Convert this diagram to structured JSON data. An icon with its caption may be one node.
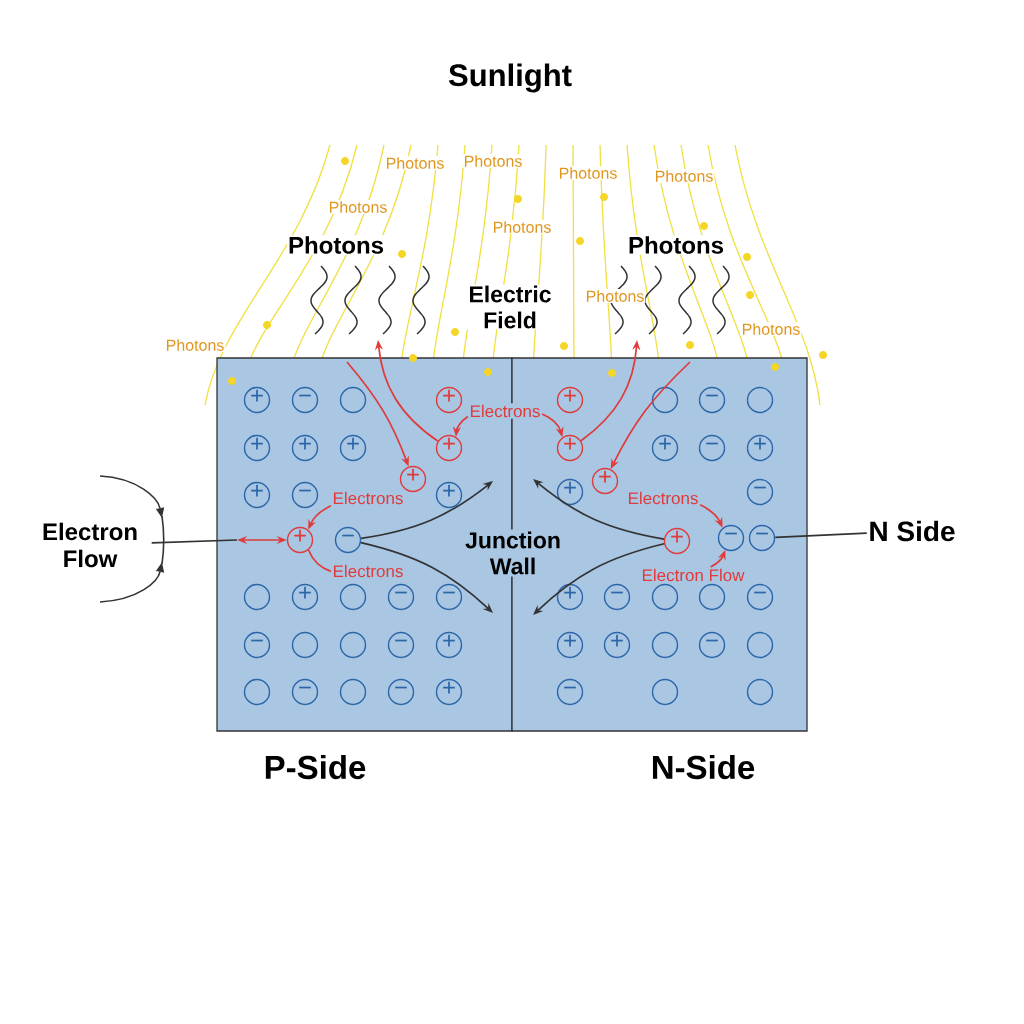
{
  "diagram": {
    "title": "Sunlight",
    "nodes": [
      {
        "text": [
          "P-Side"
        ]
      },
      {
        "text": [
          "N-Side"
        ]
      },
      {
        "text": [
          "Electrons"
        ]
      },
      {
        "text": [
          "Electrons"
        ],
        "in": 0
      },
      {
        "text": [
          "Electrons"
        ],
        "in": 0
      },
      {
        "text": [
          "Electrons"
        ],
        "in": 1
      },
      {
        "text": [
          "Electron Flow"
        ],
        "in": 1
      },
      {
        "text": [
          "Electron Flow"
        ]
      },
      {
        "text": [
          "N Side"
        ]
      },
      {
        "text": [
          "+"
        ],
        "in": 0
      },
      {
        "text": [
          "−"
        ],
        "in": 0
      },
      {
        "text": [],
        "shape": "circle",
        "in": 0
      },
      {
        "text": [
          "+"
        ],
        "in": 0
      },
      {
        "text": [
          "+"
        ],
        "in": 0
      },
      {
        "text": [
          "+"
        ],
        "in": 0
      },
      {
        "text": [
          "+"
        ],
        "in": 0
      },
      {
        "text": [
          "+"
        ],
        "in": 0
      },
      {
        "text": [
          "+"
        ],
        "in": 0
      },
      {
        "text": [
          "+"
        ],
        "in": 0
      },
      {
        "text": [
          "−"
        ],
        "in": 0
      },
      {
        "text": [
          "+"
        ],
        "in": 0
      },
      {
        "text": [
          "+"
        ],
        "in": 0
      },
      {
        "text": [
          "−"
        ],
        "in": 0
      },
      {
        "text": [],
        "shape": "circle",
        "in": 0
      },
      {
        "text": [
          "+"
        ],
        "in": 0
      },
      {
        "text": [],
        "shape": "circle",
        "in": 0
      },
      {
        "text": [
          "−"
        ],
        "in": 0
      },
      {
        "text": [
          "−"
        ],
        "in": 0
      },
      {
        "text": [
          "−"
        ],
        "in": 0
      },
      {
        "text": [],
        "shape": "circle",
        "in": 0
      },
      {
        "text": [],
        "shape": "circle",
        "in": 0
      },
      {
        "text": [
          "−"
        ],
        "in": 0
      },
      {
        "text": [
          "+"
        ],
        "in": 0
      },
      {
        "text": [],
        "shape": "circle",
        "in": 0
      },
      {
        "text": [
          "−"
        ],
        "in": 0
      },
      {
        "text": [],
        "shape": "circle",
        "in": 0
      },
      {
        "text": [
          "−"
        ],
        "in": 0
      },
      {
        "text": [
          "+"
        ],
        "in": 0
      },
      {
        "text": [
          "+"
        ],
        "in": 1
      },
      {
        "text": [],
        "shape": "circle",
        "in": 1
      },
      {
        "text": [
          "−"
        ],
        "in": 1
      },
      {
        "text": [],
        "shape": "circle",
        "in": 1
      },
      {
        "text": [
          "+"
        ],
        "in": 1
      },
      {
        "text": [
          "+"
        ],
        "in": 1
      },
      {
        "text": [
          "−"
        ],
        "in": 1
      },
      {
        "text": [
          "+"
        ],
        "in": 1
      },
      {
        "text": [
          "+"
        ],
        "in": 1
      },
      {
        "text": [
          "+"
        ],
        "in": 1
      },
      {
        "text": [
          "−"
        ],
        "in": 1
      },
      {
        "text": [
          "+"
        ],
        "in": 1
      },
      {
        "text": [
          "−"
        ],
        "in": 1
      },
      {
        "text": [
          "−"
        ],
        "in": 1
      },
      {
        "text": [
          "+"
        ],
        "in": 1
      },
      {
        "text": [
          "−"
        ],
        "in": 1
      },
      {
        "text": [],
        "shape": "circle",
        "in": 1
      },
      {
        "text": [],
        "shape": "circle",
        "in": 1
      },
      {
        "text": [
          "−"
        ],
        "in": 1
      },
      {
        "text": [
          "+"
        ],
        "in": 1
      },
      {
        "text": [
          "+"
        ],
        "in": 1
      },
      {
        "text": [],
        "shape": "circle",
        "in": 1
      },
      {
        "text": [
          "−"
        ],
        "in": 1
      },
      {
        "text": [],
        "shape": "circle",
        "in": 1
      },
      {
        "text": [
          "−"
        ],
        "in": 1
      },
      {
        "text": [],
        "shape": "circle",
        "in": 1
      },
      {
        "text": [],
        "shape": "circle",
        "in": 1
      }
    ],
    "edges": [
      {
        "from": 2,
        "to": 16,
        "arrow": "to"
      },
      {
        "from": 2,
        "to": 42,
        "arrow": "to"
      },
      {
        "from": 3,
        "to": 21,
        "arrow": "to"
      },
      {
        "from": 4,
        "to": 21,
        "arrow": "none"
      },
      {
        "from": null,
        "to": 21,
        "arrow": "both"
      },
      {
        "from": 7,
        "to": null,
        "arrow": "none",
        "color": "#333333"
      },
      {
        "from": null,
        "to": 17,
        "arrow": "to"
      },
      {
        "from": 16,
        "to": null,
        "arrow": "to"
      },
      {
        "from": 42,
        "to": null,
        "arrow": "to"
      },
      {
        "from": null,
        "to": 46,
        "arrow": "to"
      },
      {
        "from": 22,
        "to": null,
        "arrow": "to",
        "color": "#333333"
      },
      {
        "from": 22,
        "to": null,
        "arrow": "to",
        "color": "#333333"
      },
      {
        "from": 49,
        "to": null,
        "arrow": "to",
        "color": "#333333"
      },
      {
        "from": 49,
        "to": null,
        "arrow": "to",
        "color": "#333333"
      },
      {
        "from": 5,
        "to": 50,
        "arrow": "to"
      },
      {
        "from": 6,
        "to": 50,
        "arrow": "to"
      },
      {
        "from": 8,
        "to": 51,
        "arrow": "none",
        "color": "#333333"
      }
    ],
    "labels": [
      "Photons",
      "Photons",
      "Photons",
      "Photons",
      "Photons",
      "Photons",
      "Photons",
      "Photons",
      "Photons",
      "Electric Field",
      "Photons",
      "Photons",
      "Junction Wall"
    ]
  }
}
